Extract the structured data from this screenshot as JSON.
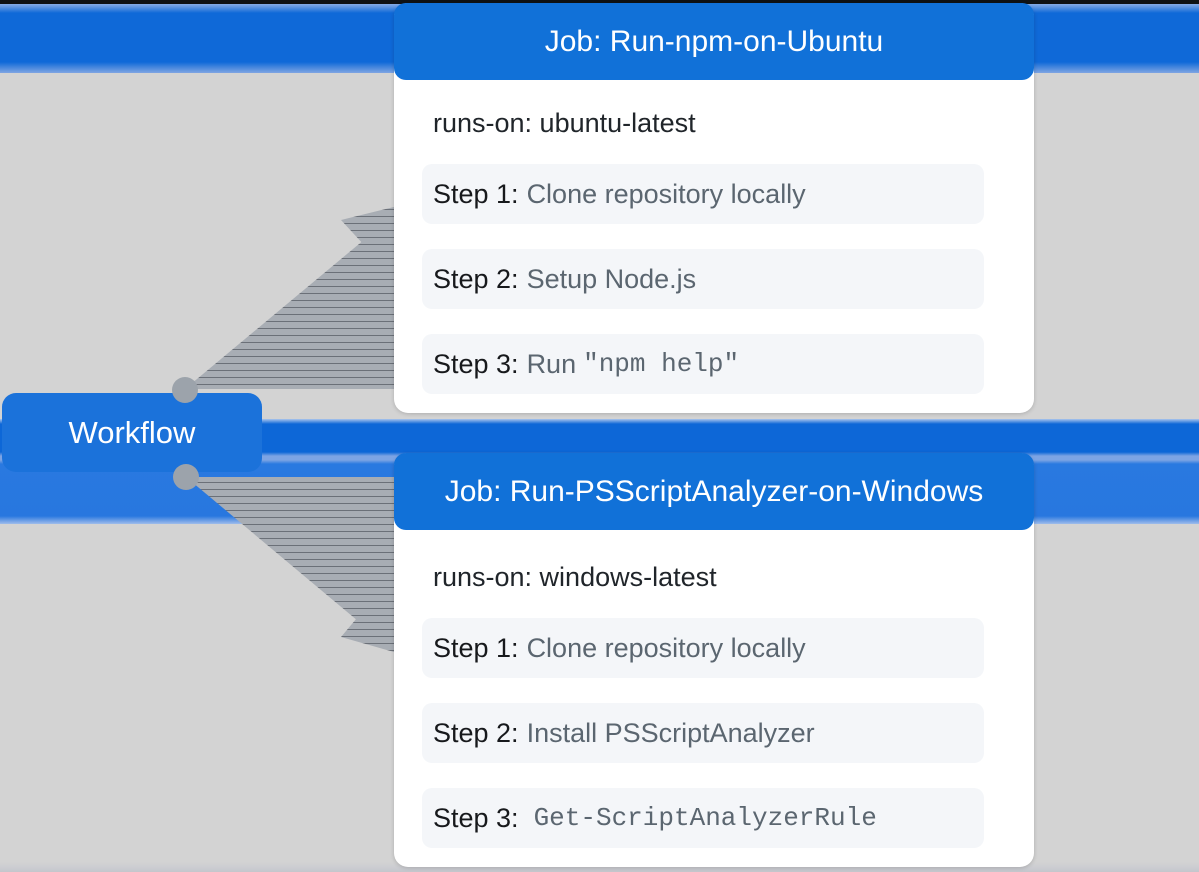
{
  "workflow": {
    "label": "Workflow"
  },
  "jobs": [
    {
      "title": "Job: Run-npm-on-Ubuntu",
      "runs_on": "runs-on: ubuntu-latest",
      "steps": [
        {
          "label": "Step 1:",
          "text": "Clone repository locally",
          "mono": ""
        },
        {
          "label": "Step 2:",
          "text": "Setup Node.js",
          "mono": ""
        },
        {
          "label": "Step 3:",
          "text": "Run",
          "mono": "\"npm help\""
        }
      ]
    },
    {
      "title": "Job: Run-PSScriptAnalyzer-on-Windows",
      "runs_on": "runs-on: windows-latest",
      "steps": [
        {
          "label": "Step 1:",
          "text": "Clone repository locally",
          "mono": ""
        },
        {
          "label": "Step 2:",
          "text": "Install PSScriptAnalyzer",
          "mono": ""
        },
        {
          "label": "Step 3:",
          "text": "",
          "mono": "Get-ScriptAnalyzerRule"
        }
      ]
    }
  ],
  "colors": {
    "header_blue": "#1171d8",
    "workflow_blue": "#1b72da",
    "top_bar_blue": "#0f69d8",
    "band_blue_dark": "#0d67d7",
    "band_blue_light": "#2979e0",
    "background_gray": "#d3d3d3",
    "card_white": "#ffffff",
    "step_bg": "#f4f6f9",
    "step_label_color": "#17191c",
    "step_desc_color": "#5b6670",
    "arrow_gray": "#a8adb4",
    "dot_gray": "#9ca3ab"
  }
}
